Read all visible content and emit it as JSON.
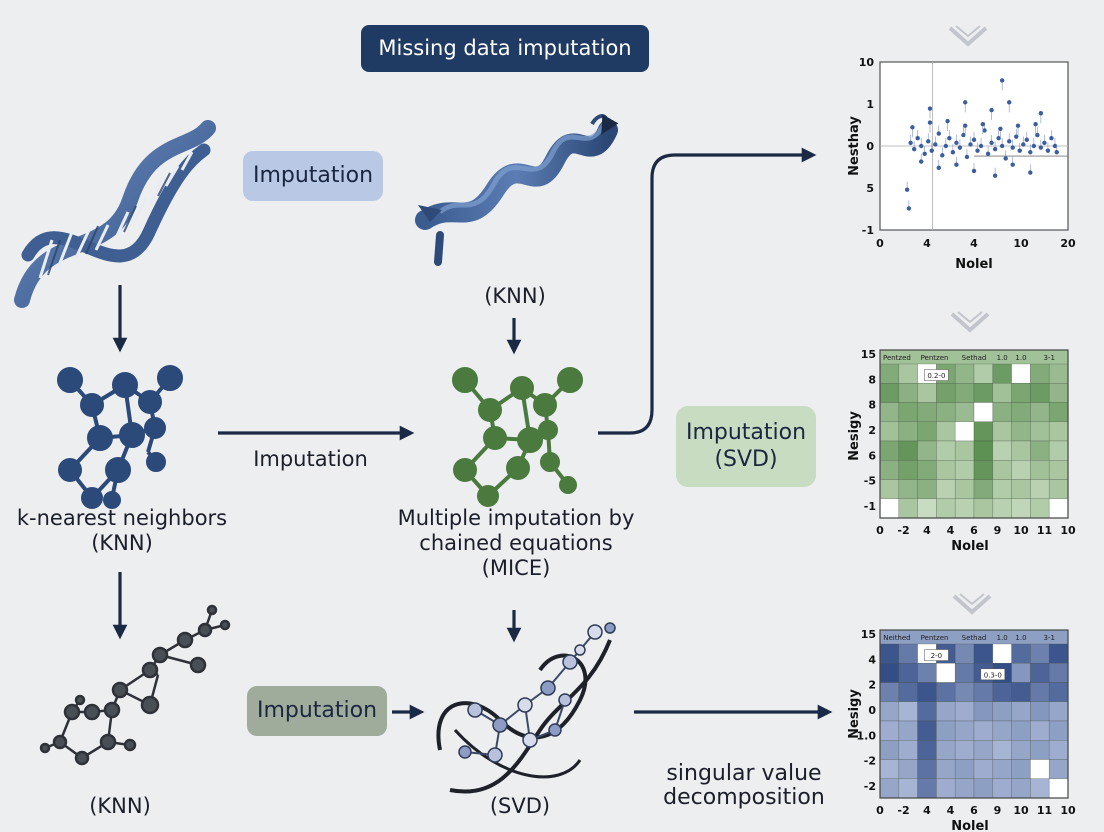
{
  "header": {
    "title": "Missing data imputation"
  },
  "pills": {
    "p1": "Imputation",
    "p2": "Imputation",
    "p3_line1": "Imputation",
    "p3_line2": "(SVD)",
    "p4": "Imputation"
  },
  "labels": {
    "knn_top": "(KNN)",
    "knn_full_1": "k-nearest neighbors",
    "knn_full_2": "(KNN)",
    "mice_1": "Multiple imputation by",
    "mice_2": "chained equations",
    "mice_3": "(MICE)",
    "knn_bottom": "(KNN)",
    "svd_bottom": "(SVD)",
    "svd_full_1": "singular value",
    "svd_full_2": "decomposition"
  },
  "colors": {
    "navy": "#1f3a63",
    "arrow": "#1b2a44",
    "dna": "#4f72a8",
    "node_blue": "#2b4a7a",
    "node_green": "#4b7a3e",
    "node_gray": "#4a4f55",
    "pill_blue": "#b9c8e4",
    "pill_green": "#c7dcc0",
    "pill_gray": "#9fac9c"
  },
  "chart_data": [
    {
      "type": "scatter",
      "xlabel": "Nolel",
      "ylabel": "Nesthay",
      "x_ticks": [
        "0",
        "4",
        "4",
        "10",
        "20"
      ],
      "y_ticks": [
        "10",
        "1",
        "0",
        "5",
        "-1"
      ],
      "points": [
        [
          0.14,
          0.52
        ],
        [
          0.16,
          0.48
        ],
        [
          0.18,
          0.55
        ],
        [
          0.2,
          0.5
        ],
        [
          0.22,
          0.45
        ],
        [
          0.24,
          0.53
        ],
        [
          0.26,
          0.47
        ],
        [
          0.28,
          0.51
        ],
        [
          0.3,
          0.58
        ],
        [
          0.32,
          0.44
        ],
        [
          0.34,
          0.5
        ],
        [
          0.36,
          0.55
        ],
        [
          0.38,
          0.46
        ],
        [
          0.4,
          0.52
        ],
        [
          0.42,
          0.49
        ],
        [
          0.44,
          0.57
        ],
        [
          0.46,
          0.43
        ],
        [
          0.48,
          0.51
        ],
        [
          0.5,
          0.54
        ],
        [
          0.52,
          0.47
        ],
        [
          0.54,
          0.5
        ],
        [
          0.56,
          0.6
        ],
        [
          0.58,
          0.45
        ],
        [
          0.6,
          0.52
        ],
        [
          0.62,
          0.48
        ],
        [
          0.64,
          0.55
        ],
        [
          0.66,
          0.5
        ],
        [
          0.68,
          0.42
        ],
        [
          0.7,
          0.53
        ],
        [
          0.72,
          0.49
        ],
        [
          0.74,
          0.56
        ],
        [
          0.76,
          0.47
        ],
        [
          0.78,
          0.51
        ],
        [
          0.8,
          0.54
        ],
        [
          0.82,
          0.46
        ],
        [
          0.84,
          0.5
        ],
        [
          0.86,
          0.57
        ],
        [
          0.88,
          0.49
        ],
        [
          0.9,
          0.52
        ],
        [
          0.92,
          0.47
        ],
        [
          0.94,
          0.55
        ],
        [
          0.96,
          0.5
        ],
        [
          0.15,
          0.62
        ],
        [
          0.25,
          0.65
        ],
        [
          0.35,
          0.66
        ],
        [
          0.45,
          0.63
        ],
        [
          0.55,
          0.64
        ],
        [
          0.65,
          0.61
        ],
        [
          0.75,
          0.63
        ],
        [
          0.85,
          0.64
        ],
        [
          0.3,
          0.36
        ],
        [
          0.5,
          0.34
        ],
        [
          0.62,
          0.31
        ],
        [
          0.72,
          0.38
        ],
        [
          0.82,
          0.33
        ],
        [
          0.2,
          0.4
        ],
        [
          0.4,
          0.38
        ],
        [
          0.6,
          0.73
        ],
        [
          0.7,
          0.78
        ],
        [
          0.45,
          0.78
        ],
        [
          0.25,
          0.74
        ],
        [
          0.66,
          0.92
        ],
        [
          0.88,
          0.71
        ],
        [
          0.12,
          0.22
        ],
        [
          0.13,
          0.1
        ],
        [
          0.97,
          0.46
        ]
      ]
    },
    {
      "type": "heatmap",
      "xlabel": "Nolel",
      "ylabel": "Nesigy",
      "x_ticks": [
        "0",
        "-2",
        "4",
        "4",
        "6",
        "9",
        "10",
        "11",
        "10"
      ],
      "y_ticks": [
        "15",
        "8",
        "8",
        "2",
        "6",
        "-5",
        "-1"
      ],
      "column_headers": [
        "Pentzed",
        "Pentzen",
        "Sethad",
        "1.0",
        "1.0",
        "3-1"
      ],
      "annotations": [
        "0.2-0"
      ],
      "cells": [
        [
          0.55,
          0.3,
          0.0,
          0.6,
          0.45,
          0.25,
          0.7,
          0.0,
          0.55,
          0.4
        ],
        [
          0.7,
          0.5,
          0.3,
          0.65,
          0.55,
          0.7,
          0.35,
          0.6,
          0.7,
          0.45
        ],
        [
          0.45,
          0.6,
          0.55,
          0.5,
          0.4,
          0.0,
          0.5,
          0.55,
          0.45,
          0.6
        ],
        [
          0.35,
          0.5,
          0.6,
          0.3,
          0.0,
          0.75,
          0.3,
          0.45,
          0.35,
          0.3
        ],
        [
          0.6,
          0.75,
          0.45,
          0.25,
          0.3,
          0.8,
          0.2,
          0.3,
          0.5,
          0.25
        ],
        [
          0.5,
          0.65,
          0.55,
          0.3,
          0.25,
          0.75,
          0.3,
          0.2,
          0.35,
          0.3
        ],
        [
          0.3,
          0.45,
          0.5,
          0.2,
          0.3,
          0.55,
          0.25,
          0.3,
          0.2,
          0.3
        ],
        [
          0.0,
          0.3,
          0.1,
          0.25,
          0.2,
          0.3,
          0.2,
          0.15,
          0.25,
          0.0
        ]
      ]
    },
    {
      "type": "heatmap",
      "xlabel": "Nolel",
      "ylabel": "Nesigy",
      "x_ticks": [
        "0",
        "-2",
        "4",
        "4",
        "6",
        "9",
        "10",
        "11",
        "10"
      ],
      "y_ticks": [
        "15",
        "4",
        "2",
        "0",
        "1.0",
        "-2",
        "-2"
      ],
      "column_headers": [
        "Neithed",
        "Pentzen",
        "Sethad",
        "1.0",
        "1.0",
        "3-1"
      ],
      "annotations": [
        "2-0",
        "0.3-0"
      ],
      "cells": [
        [
          0.85,
          0.6,
          0.0,
          0.8,
          0.5,
          0.85,
          0.0,
          0.7,
          0.55,
          0.85
        ],
        [
          0.9,
          0.75,
          0.55,
          0.0,
          0.6,
          0.8,
          0.9,
          0.4,
          0.75,
          0.6
        ],
        [
          0.55,
          0.7,
          0.85,
          0.65,
          0.5,
          0.6,
          0.75,
          0.8,
          0.6,
          0.7
        ],
        [
          0.3,
          0.2,
          0.7,
          0.3,
          0.25,
          0.4,
          0.35,
          0.3,
          0.4,
          0.3
        ],
        [
          0.25,
          0.3,
          0.8,
          0.35,
          0.3,
          0.25,
          0.3,
          0.35,
          0.25,
          0.35
        ],
        [
          0.35,
          0.25,
          0.75,
          0.3,
          0.25,
          0.3,
          0.2,
          0.3,
          0.35,
          0.25
        ],
        [
          0.2,
          0.3,
          0.65,
          0.3,
          0.35,
          0.25,
          0.3,
          0.35,
          0.0,
          0.3
        ],
        [
          0.3,
          0.2,
          0.6,
          0.25,
          0.3,
          0.35,
          0.25,
          0.3,
          0.2,
          0.0
        ]
      ]
    }
  ]
}
